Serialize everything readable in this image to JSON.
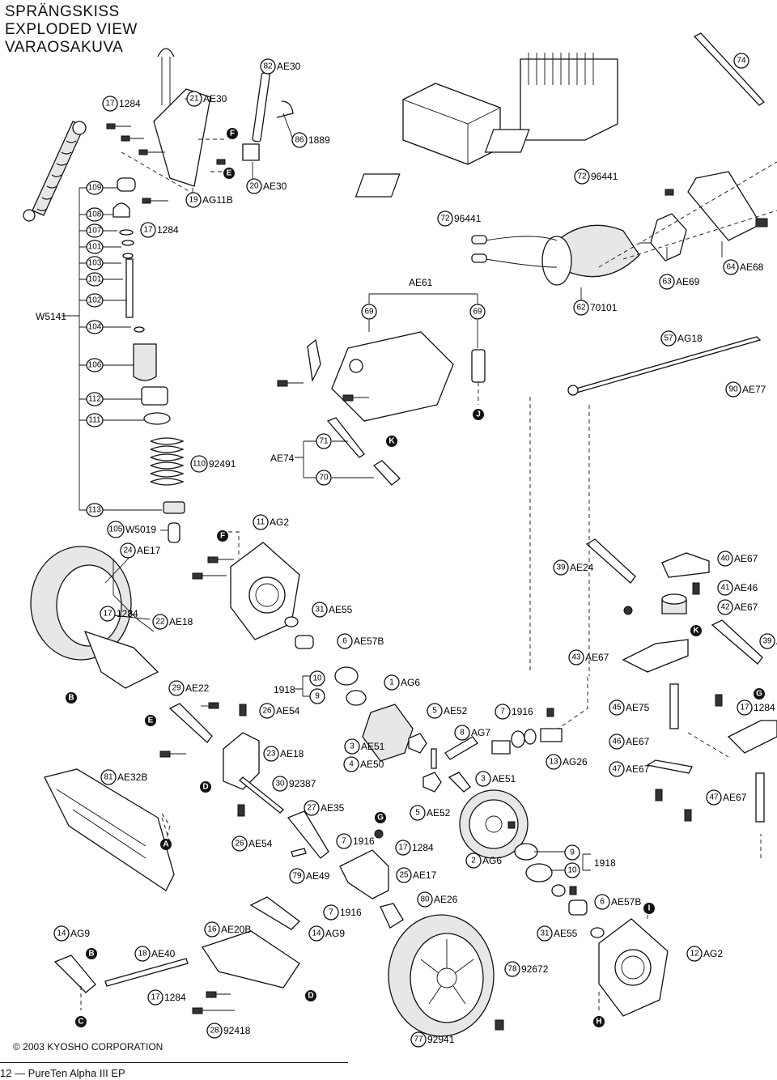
{
  "header": {
    "title_line1": "SPRÄNGSKISS",
    "title_line2": "EXPLODED VIEW",
    "title_line3": "VARAOSAKUVA"
  },
  "footer": {
    "copyright": "© 2003 KYOSHO CORPORATION",
    "page": "12 — PureTen Alpha III EP"
  },
  "group_labels": {
    "shock_assembly": "W5141",
    "servo_set": "AE61",
    "linkage_set": "AE74"
  },
  "callouts": [
    {
      "num": "82",
      "code": "AE30"
    },
    {
      "num": "17",
      "code": "1284"
    },
    {
      "num": "21",
      "code": "AE30"
    },
    {
      "num": "86",
      "code": "1889"
    },
    {
      "num": "20",
      "code": "AE30"
    },
    {
      "num": "19",
      "code": "AG11B"
    },
    {
      "num": "17",
      "code": "1284"
    },
    {
      "num": "72",
      "code": "96441"
    },
    {
      "num": "72",
      "code": "96441"
    },
    {
      "num": "74",
      "code": ""
    },
    {
      "num": "63",
      "code": "AE69"
    },
    {
      "num": "64",
      "code": "AE68"
    },
    {
      "num": "62",
      "code": "70101"
    },
    {
      "num": "57",
      "code": "AG18"
    },
    {
      "num": "90",
      "code": "AE77"
    },
    {
      "num": "110",
      "code": "92491"
    },
    {
      "num": "105",
      "code": "W5019"
    },
    {
      "num": "11",
      "code": "AG2"
    },
    {
      "num": "24",
      "code": "AE17"
    },
    {
      "num": "22",
      "code": "AE18"
    },
    {
      "num": "31",
      "code": "AE55"
    },
    {
      "num": "6",
      "code": "AE57B"
    },
    {
      "num": "39",
      "code": "AE24"
    },
    {
      "num": "40",
      "code": "AE67"
    },
    {
      "num": "41",
      "code": "AE46"
    },
    {
      "num": "42",
      "code": "AE67"
    },
    {
      "num": "17",
      "code": "1284"
    },
    {
      "num": "43",
      "code": "AE67"
    },
    {
      "num": "39",
      "code": "A"
    },
    {
      "num": "29",
      "code": "AE22"
    },
    {
      "num": "26",
      "code": "AE54"
    },
    {
      "num": "1",
      "code": "AG6"
    },
    {
      "num": "5",
      "code": "AE52"
    },
    {
      "num": "7",
      "code": "1916"
    },
    {
      "num": "8",
      "code": "AG7"
    },
    {
      "num": "3",
      "code": "AE51"
    },
    {
      "num": "4",
      "code": "AE50"
    },
    {
      "num": "3",
      "code": "AE51"
    },
    {
      "num": "13",
      "code": "AG26"
    },
    {
      "num": "45",
      "code": "AE75"
    },
    {
      "num": "17",
      "code": "1284"
    },
    {
      "num": "46",
      "code": "AE67"
    },
    {
      "num": "47",
      "code": "AE67"
    },
    {
      "num": "47",
      "code": "AE67"
    },
    {
      "num": "23",
      "code": "AE18"
    },
    {
      "num": "30",
      "code": "92387"
    },
    {
      "num": "81",
      "code": "AE32B"
    },
    {
      "num": "27",
      "code": "AE35"
    },
    {
      "num": "5",
      "code": "AE52"
    },
    {
      "num": "26",
      "code": "AE54"
    },
    {
      "num": "7",
      "code": "1916"
    },
    {
      "num": "17",
      "code": "1284"
    },
    {
      "num": "79",
      "code": "AE49"
    },
    {
      "num": "25",
      "code": "AE17"
    },
    {
      "num": "2",
      "code": "AG6"
    },
    {
      "num": "80",
      "code": "AE26"
    },
    {
      "num": "6",
      "code": "AE57B"
    },
    {
      "num": "7",
      "code": "1916"
    },
    {
      "num": "16",
      "code": "AE20B"
    },
    {
      "num": "14",
      "code": "AG9"
    },
    {
      "num": "14",
      "code": "AG9"
    },
    {
      "num": "18",
      "code": "AE40"
    },
    {
      "num": "31",
      "code": "AE55"
    },
    {
      "num": "12",
      "code": "AG2"
    },
    {
      "num": "78",
      "code": "92672"
    },
    {
      "num": "17",
      "code": "1284"
    },
    {
      "num": "28",
      "code": "92418"
    },
    {
      "num": "77",
      "code": "92941"
    }
  ],
  "side_callouts": [
    {
      "num": "1918"
    },
    {
      "num": "1918"
    }
  ],
  "bracket_items": {
    "shock": [
      "109",
      "108",
      "107",
      "101",
      "103",
      "101",
      "102",
      "104",
      "106",
      "112",
      "111",
      "113"
    ],
    "servo": [
      "69",
      "69"
    ],
    "linkage": [
      "71",
      "70"
    ],
    "diff_spacers": [
      "10",
      "9"
    ],
    "bearings_right": [
      "9",
      "10"
    ]
  },
  "letters": [
    "F",
    "E",
    "K",
    "J",
    "F",
    "B",
    "E",
    "D",
    "A",
    "G",
    "K",
    "G",
    "I",
    "H",
    "C",
    "B",
    "D"
  ]
}
